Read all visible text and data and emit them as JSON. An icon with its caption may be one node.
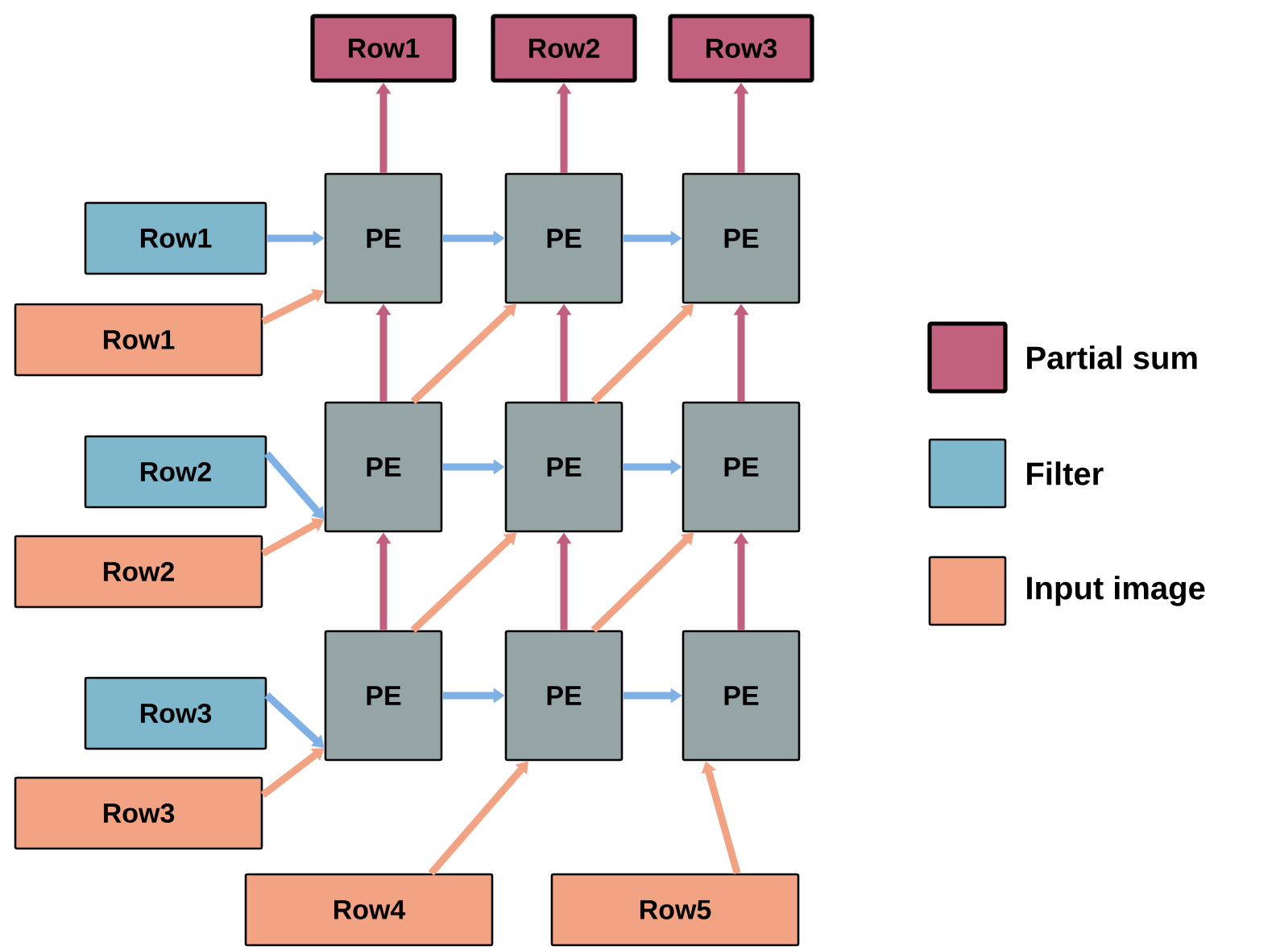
{
  "diagram": {
    "nodes": [
      {
        "text": [
          "Row1"
        ]
      },
      {
        "text": [
          "Row2"
        ]
      },
      {
        "text": [
          "Row3"
        ]
      },
      {
        "text": [
          "Row1"
        ]
      },
      {
        "text": [
          "PE"
        ]
      },
      {
        "text": [
          "PE"
        ]
      },
      {
        "text": [
          "PE"
        ]
      },
      {
        "text": [
          "Row1"
        ]
      },
      {
        "text": [
          "Row2"
        ]
      },
      {
        "text": [
          "PE"
        ]
      },
      {
        "text": [
          "PE"
        ]
      },
      {
        "text": [
          "PE"
        ]
      },
      {
        "text": [
          "Row2"
        ]
      },
      {
        "text": [
          "Row3"
        ]
      },
      {
        "text": [
          "PE"
        ]
      },
      {
        "text": [
          "PE"
        ]
      },
      {
        "text": [
          "PE"
        ]
      },
      {
        "text": [
          "Row3"
        ]
      },
      {
        "text": [
          "Row4"
        ]
      },
      {
        "text": [
          "Row5"
        ]
      }
    ],
    "edges": [
      {
        "from": 4,
        "to": 0,
        "arrow": "to",
        "color": "#c0607e"
      },
      {
        "from": 5,
        "to": 1,
        "arrow": "to",
        "color": "#c0607e"
      },
      {
        "from": 6,
        "to": 2,
        "arrow": "to",
        "color": "#c0607e"
      },
      {
        "from": 9,
        "to": 4,
        "arrow": "to",
        "color": "#c0607e"
      },
      {
        "from": 10,
        "to": 5,
        "arrow": "to",
        "color": "#c0607e"
      },
      {
        "from": 11,
        "to": 6,
        "arrow": "to",
        "color": "#c0607e"
      },
      {
        "from": 14,
        "to": 9,
        "arrow": "to",
        "color": "#c0607e"
      },
      {
        "from": 15,
        "to": 10,
        "arrow": "to",
        "color": "#c0607e"
      },
      {
        "from": 16,
        "to": 11,
        "arrow": "to",
        "color": "#c0607e"
      },
      {
        "from": 3,
        "to": 4,
        "arrow": "to",
        "color": "#7fb1e6"
      },
      {
        "from": 4,
        "to": 5,
        "arrow": "to",
        "color": "#7fb1e6"
      },
      {
        "from": 5,
        "to": 6,
        "arrow": "to",
        "color": "#7fb1e6"
      },
      {
        "from": 8,
        "to": 9,
        "arrow": "to",
        "color": "#7fb1e6"
      },
      {
        "from": 9,
        "to": 10,
        "arrow": "to",
        "color": "#7fb1e6"
      },
      {
        "from": 10,
        "to": 11,
        "arrow": "to",
        "color": "#7fb1e6"
      },
      {
        "from": 13,
        "to": 14,
        "arrow": "to",
        "color": "#7fb1e6"
      },
      {
        "from": 14,
        "to": 15,
        "arrow": "to",
        "color": "#7fb1e6"
      },
      {
        "from": 15,
        "to": 16,
        "arrow": "to",
        "color": "#7fb1e6"
      },
      {
        "from": 7,
        "to": 4,
        "arrow": "to",
        "color": "#f2a383"
      },
      {
        "from": 9,
        "to": 5,
        "arrow": "to",
        "color": "#f2a383"
      },
      {
        "from": 10,
        "to": 6,
        "arrow": "to",
        "color": "#f2a383"
      },
      {
        "from": 12,
        "to": 9,
        "arrow": "to",
        "color": "#f2a383"
      },
      {
        "from": 14,
        "to": 10,
        "arrow": "to",
        "color": "#f2a383"
      },
      {
        "from": 15,
        "to": 11,
        "arrow": "to",
        "color": "#f2a383"
      },
      {
        "from": 17,
        "to": 14,
        "arrow": "to",
        "color": "#f2a383"
      },
      {
        "from": 18,
        "to": 15,
        "arrow": "to",
        "color": "#f2a383"
      },
      {
        "from": 19,
        "to": 16,
        "arrow": "to",
        "color": "#f2a383"
      }
    ],
    "legend": [
      {
        "text": "Partial sum",
        "color": "#c1617f"
      },
      {
        "text": "Filter",
        "color": "#7fb8cc"
      },
      {
        "text": "Input image",
        "color": "#f2a383"
      }
    ]
  }
}
